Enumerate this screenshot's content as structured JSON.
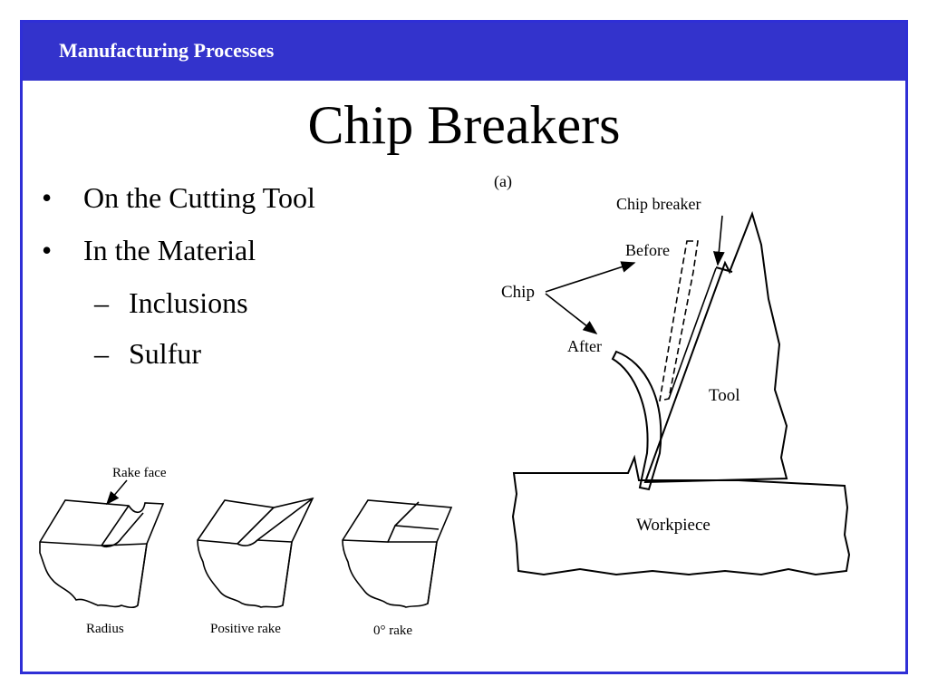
{
  "header": {
    "title": "Manufacturing Processes",
    "accent_color": "#3333cc"
  },
  "slide": {
    "title": "Chip Breakers",
    "bullets": [
      {
        "marker": "•",
        "text": "On the Cutting Tool"
      },
      {
        "marker": "•",
        "text": "In the Material"
      }
    ],
    "sub_bullets": [
      {
        "marker": "–",
        "text": "Inclusions"
      },
      {
        "marker": "–",
        "text": "Sulfur"
      }
    ]
  },
  "figure_right": {
    "panel_label": "(a)",
    "labels": {
      "chip_breaker": "Chip breaker",
      "before": "Before",
      "chip": "Chip",
      "after": "After",
      "tool": "Tool",
      "workpiece": "Workpiece"
    }
  },
  "figure_left": {
    "rake_face": "Rake face",
    "captions": [
      "Radius",
      "Positive rake",
      "0° rake"
    ]
  }
}
